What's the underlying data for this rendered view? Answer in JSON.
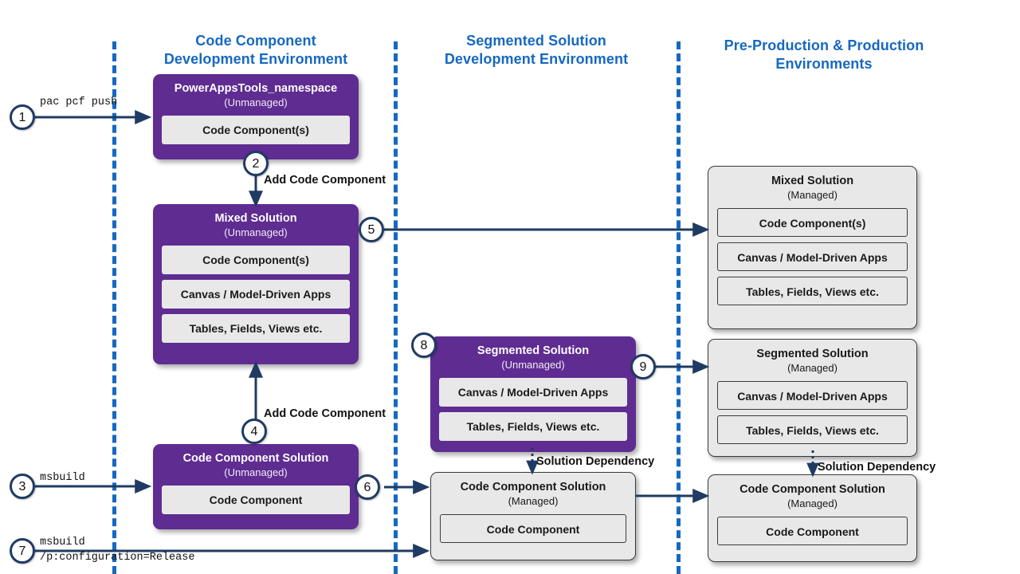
{
  "columns": [
    {
      "id": "code-component-dev",
      "title_line1": "Code Component",
      "title_line2": "Development Environment"
    },
    {
      "id": "segmented-solution-dev",
      "title_line1": "Segmented Solution",
      "title_line2": "Development Environment"
    },
    {
      "id": "pre-prod-prod",
      "title_line1": "Pre-Production & Production",
      "title_line2": "Environments"
    }
  ],
  "boxes": {
    "powerappstools": {
      "title": "PowerAppsTools_namespace",
      "subtitle": "(Unmanaged)",
      "items": [
        "Code Component(s)"
      ]
    },
    "mixed_unmanaged": {
      "title": "Mixed Solution",
      "subtitle": "(Unmanaged)",
      "items": [
        "Code Component(s)",
        "Canvas / Model-Driven Apps",
        "Tables, Fields, Views etc."
      ]
    },
    "code_component_solution_unmanaged": {
      "title": "Code Component Solution",
      "subtitle": "(Unmanaged)",
      "items": [
        "Code Component"
      ]
    },
    "segmented_unmanaged": {
      "title": "Segmented Solution",
      "subtitle": "(Unmanaged)",
      "items": [
        "Canvas / Model-Driven Apps",
        "Tables, Fields, Views etc."
      ]
    },
    "code_component_solution_managed_mid": {
      "title": "Code Component Solution",
      "subtitle": "(Managed)",
      "items": [
        "Code Component"
      ]
    },
    "mixed_managed": {
      "title": "Mixed Solution",
      "subtitle": "(Managed)",
      "items": [
        "Code Component(s)",
        "Canvas / Model-Driven Apps",
        "Tables, Fields, Views etc."
      ]
    },
    "segmented_managed": {
      "title": "Segmented Solution",
      "subtitle": "(Managed)",
      "items": [
        "Canvas / Model-Driven Apps",
        "Tables, Fields, Views etc."
      ]
    },
    "code_component_solution_managed_right": {
      "title": "Code Component Solution",
      "subtitle": "(Managed)",
      "items": [
        "Code Component"
      ]
    }
  },
  "badges": [
    {
      "id": "step-1",
      "label": "1"
    },
    {
      "id": "step-2",
      "label": "2"
    },
    {
      "id": "step-3",
      "label": "3"
    },
    {
      "id": "step-4",
      "label": "4"
    },
    {
      "id": "step-5",
      "label": "5"
    },
    {
      "id": "step-6",
      "label": "6"
    },
    {
      "id": "step-7",
      "label": "7"
    },
    {
      "id": "step-8",
      "label": "8"
    },
    {
      "id": "step-9",
      "label": "9"
    }
  ],
  "labels": {
    "cmd_pac_pcf_push": "pac pcf push",
    "cmd_msbuild": "msbuild",
    "cmd_msbuild_release_line1": "msbuild",
    "cmd_msbuild_release_line2": "/p:configuration=Release",
    "add_code_component_top": "Add Code Component",
    "add_code_component_bottom": "Add Code Component",
    "solution_dependency_mid": "Solution Dependency",
    "solution_dependency_right": "Solution Dependency"
  },
  "colors": {
    "accent_blue": "#1668C1",
    "purple": "#5F2C91",
    "grey_box": "#E8E8E8",
    "arrow_navy": "#1F3B63",
    "badge_border": "#1F3B63"
  }
}
